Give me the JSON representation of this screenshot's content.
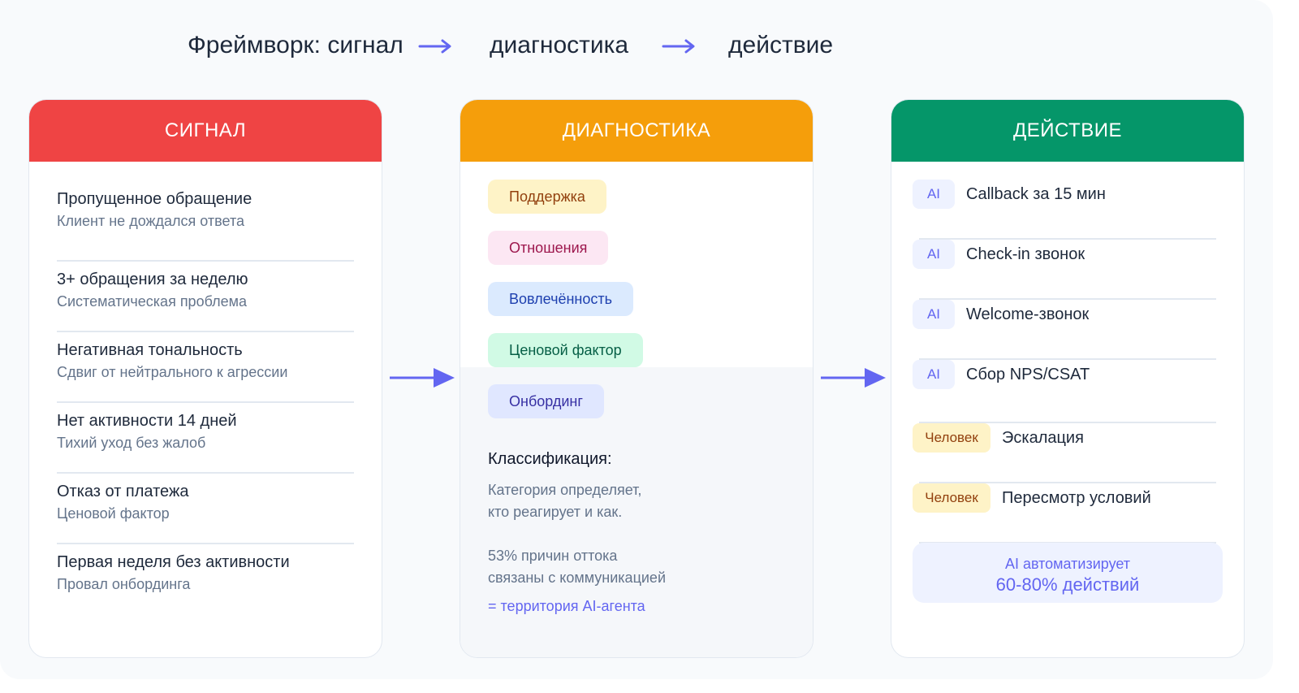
{
  "title": {
    "prefix": "Фреймворк: сигнал",
    "step2": "диагностика",
    "step3": "действие",
    "arrow_icon": "arrow-right",
    "accent": "#6366f1"
  },
  "signal": {
    "header": "СИГНАЛ",
    "color": "#ef4444",
    "items": [
      {
        "title": "Пропущенное обращение",
        "subtitle": "Клиент не дождался ответа"
      },
      {
        "title": "3+ обращения за неделю",
        "subtitle": "Систематическая проблема"
      },
      {
        "title": "Негативная тональность",
        "subtitle": "Сдвиг от нейтрального к агрессии"
      },
      {
        "title": "Нет активности 14 дней",
        "subtitle": "Тихий уход без жалоб"
      },
      {
        "title": "Отказ от платежа",
        "subtitle": "Ценовой фактор"
      },
      {
        "title": "Первая неделя без активности",
        "subtitle": "Провал онбординга"
      }
    ]
  },
  "diagnostics": {
    "header": "ДИАГНОСТИКА",
    "color": "#f59e0b",
    "tags": [
      {
        "label": "Поддержка",
        "bg": "#fef3c7",
        "fg": "#92400e"
      },
      {
        "label": "Отношения",
        "bg": "#fce7f3",
        "fg": "#9d174d"
      },
      {
        "label": "Вовлечённость",
        "bg": "#dbeafe",
        "fg": "#1e40af"
      },
      {
        "label": "Ценовой фактор",
        "bg": "#d1fae5",
        "fg": "#065f46"
      },
      {
        "label": "Онбординг",
        "bg": "#e0e7ff",
        "fg": "#3730a3"
      }
    ],
    "classification_title": "Классификация:",
    "classification_line1": "Категория определяет,",
    "classification_line2": "кто реагирует и как.",
    "churn_line1": "53% причин оттока",
    "churn_line2": "связаны с коммуникацией",
    "territory": "= территория AI-агента"
  },
  "action": {
    "header": "ДЕЙСТВИЕ",
    "color": "#059669",
    "items": [
      {
        "badge": "AI",
        "type": "ai",
        "label": "Callback за 15 мин"
      },
      {
        "badge": "AI",
        "type": "ai",
        "label": "Check-in звонок"
      },
      {
        "badge": "AI",
        "type": "ai",
        "label": "Welcome-звонок"
      },
      {
        "badge": "AI",
        "type": "ai",
        "label": "Сбор NPS/CSAT"
      },
      {
        "badge": "Человек",
        "type": "human",
        "label": "Эскалация"
      },
      {
        "badge": "Человек",
        "type": "human",
        "label": "Пересмотр условий"
      }
    ],
    "summary_line1": "AI автоматизирует",
    "summary_line2": "60-80% действий"
  }
}
